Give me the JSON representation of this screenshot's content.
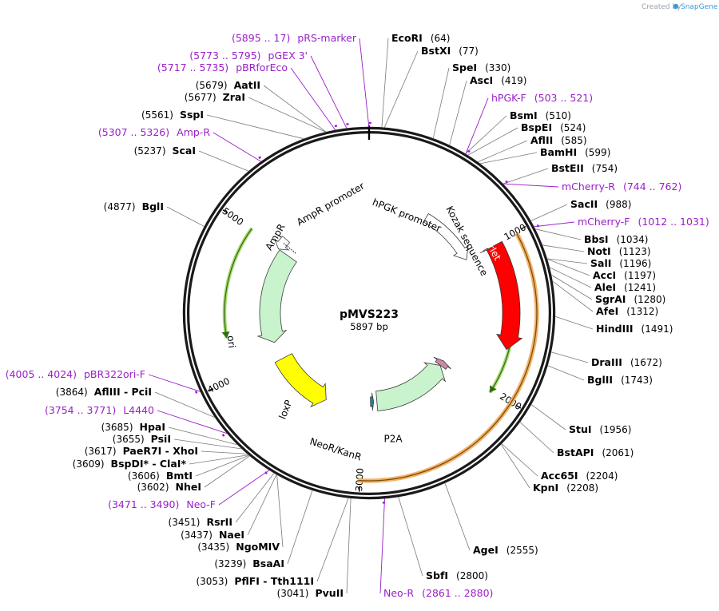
{
  "credit": {
    "prefix": "Created by",
    "brand": "SnapGene"
  },
  "plasmid": {
    "name": "pMVS223",
    "size_label": "5897 bp",
    "length": 5897
  },
  "ticks": [
    {
      "pos": 1000,
      "label": "1000"
    },
    {
      "pos": 2000,
      "label": "2000"
    },
    {
      "pos": 3000,
      "label": "3000"
    },
    {
      "pos": 4000,
      "label": "4000"
    },
    {
      "pos": 5000,
      "label": "5000"
    }
  ],
  "features": [
    {
      "name": "mScarlet",
      "start": 1010,
      "end": 1718,
      "dir": 1,
      "color": "#ff0000",
      "text": "white"
    },
    {
      "name": "hPGK promoter",
      "start": 505,
      "end": 1004,
      "dir": 1,
      "color": "#ffffff",
      "text": "black"
    },
    {
      "name": "Kozak sequence",
      "start": 1005,
      "end": 1012,
      "dir": 1,
      "color": "#ffffff",
      "text": "black"
    },
    {
      "name": "P2A",
      "start": 2010,
      "end": 2068,
      "dir": -1,
      "color": "#cc88a6",
      "text": "black"
    },
    {
      "name": "NeoR/KanR",
      "start": 2070,
      "end": 2866,
      "dir": -1,
      "color": "#c8f3cd",
      "text": "black"
    },
    {
      "name": "loxP",
      "start": 2900,
      "end": 2934,
      "dir": -1,
      "color": "#2f7f93",
      "text": "black"
    },
    {
      "name": "ori",
      "start": 3380,
      "end": 3969,
      "dir": -1,
      "color": "#ffff00",
      "text": "black"
    },
    {
      "name": "AmpR",
      "start": 4140,
      "end": 5000,
      "dir": -1,
      "color": "#c8f3cd",
      "text": "black"
    },
    {
      "name": "AmpR promoter",
      "start": 5000,
      "end": 5105,
      "dir": -1,
      "color": "#ffffff",
      "text": "black"
    }
  ],
  "orange_arcs": [
    {
      "start": 1010,
      "end": 3010
    }
  ],
  "green_arcs": [
    {
      "start": 1480,
      "end": 2020,
      "dir": 1
    },
    {
      "start": 4260,
      "end": 5010,
      "dir": -1
    }
  ],
  "enzymes": [
    {
      "name": "EcoRI",
      "site": 64,
      "label": "(64)"
    },
    {
      "name": "BstXI",
      "site": 77,
      "label": "(77)"
    },
    {
      "name": "SpeI",
      "site": 330,
      "label": "(330)"
    },
    {
      "name": "AscI",
      "site": 419,
      "label": "(419)"
    },
    {
      "name": "BsmI",
      "site": 510,
      "label": "(510)"
    },
    {
      "name": "BspEI",
      "site": 524,
      "label": "(524)"
    },
    {
      "name": "AflII",
      "site": 585,
      "label": "(585)"
    },
    {
      "name": "BamHI",
      "site": 599,
      "label": "(599)"
    },
    {
      "name": "BstEII",
      "site": 754,
      "label": "(754)"
    },
    {
      "name": "SacII",
      "site": 988,
      "label": "(988)"
    },
    {
      "name": "BbsI",
      "site": 1034,
      "label": "(1034)"
    },
    {
      "name": "NotI",
      "site": 1123,
      "label": "(1123)"
    },
    {
      "name": "SalI",
      "site": 1196,
      "label": "(1196)"
    },
    {
      "name": "AccI",
      "site": 1197,
      "label": "(1197)"
    },
    {
      "name": "AleI",
      "site": 1241,
      "label": "(1241)"
    },
    {
      "name": "SgrAI",
      "site": 1280,
      "label": "(1280)"
    },
    {
      "name": "AfeI",
      "site": 1312,
      "label": "(1312)"
    },
    {
      "name": "HindIII",
      "site": 1491,
      "label": "(1491)"
    },
    {
      "name": "DraIII",
      "site": 1672,
      "label": "(1672)"
    },
    {
      "name": "BglII",
      "site": 1743,
      "label": "(1743)"
    },
    {
      "name": "StuI",
      "site": 1956,
      "label": "(1956)"
    },
    {
      "name": "BstAPI",
      "site": 2061,
      "label": "(2061)"
    },
    {
      "name": "Acc65I",
      "site": 2204,
      "label": "(2204)"
    },
    {
      "name": "KpnI",
      "site": 2208,
      "label": "(2208)"
    },
    {
      "name": "AgeI",
      "site": 2555,
      "label": "(2555)"
    },
    {
      "name": "SbfI",
      "site": 2800,
      "label": "(2800)"
    },
    {
      "name": "PvuII",
      "site": 3041,
      "label": "(3041)"
    },
    {
      "name": "PflFI - Tth111I",
      "site": 3053,
      "label": "(3053)"
    },
    {
      "name": "BsaAI",
      "site": 3239,
      "label": "(3239)"
    },
    {
      "name": "NgoMIV",
      "site": 3435,
      "label": "(3435)"
    },
    {
      "name": "NaeI",
      "site": 3437,
      "label": "(3437)"
    },
    {
      "name": "RsrII",
      "site": 3451,
      "label": "(3451)"
    },
    {
      "name": "NheI",
      "site": 3602,
      "label": "(3602)"
    },
    {
      "name": "BmtI",
      "site": 3606,
      "label": "(3606)"
    },
    {
      "name": "BspDI* - ClaI*",
      "site": 3609,
      "label": "(3609)"
    },
    {
      "name": "PaeR7I - XhoI",
      "site": 3617,
      "label": "(3617)"
    },
    {
      "name": "PsiI",
      "site": 3655,
      "label": "(3655)"
    },
    {
      "name": "HpaI",
      "site": 3685,
      "label": "(3685)"
    },
    {
      "name": "AflIII - PciI",
      "site": 3864,
      "label": "(3864)"
    },
    {
      "name": "BglI",
      "site": 4877,
      "label": "(4877)"
    },
    {
      "name": "ScaI",
      "site": 5237,
      "label": "(5237)"
    },
    {
      "name": "SspI",
      "site": 5561,
      "label": "(5561)"
    },
    {
      "name": "ZraI",
      "site": 5677,
      "label": "(5677)"
    },
    {
      "name": "AatII",
      "site": 5679,
      "label": "(5679)"
    }
  ],
  "primers": [
    {
      "name": "pRS-marker",
      "range": "(5895 .. 17)",
      "site": 5896
    },
    {
      "name": "pGEX 3'",
      "range": "(5773 .. 5795)",
      "site": 5784
    },
    {
      "name": "pBRforEco",
      "range": "(5717 .. 5735)",
      "site": 5726
    },
    {
      "name": "Amp-R",
      "range": "(5307 .. 5326)",
      "site": 5316
    },
    {
      "name": "hPGK-F",
      "range": "(503 .. 521)",
      "site": 512
    },
    {
      "name": "mCherry-R",
      "range": "(744 .. 762)",
      "site": 753
    },
    {
      "name": "mCherry-F",
      "range": "(1012 .. 1031)",
      "site": 1021
    },
    {
      "name": "pBR322ori-F",
      "range": "(4005 .. 4024)",
      "site": 4014
    },
    {
      "name": "L4440",
      "range": "(3754 .. 3771)",
      "site": 3762
    },
    {
      "name": "Neo-F",
      "range": "(3471 .. 3490)",
      "site": 3480
    },
    {
      "name": "Neo-R",
      "range": "(2861 .. 2880)",
      "site": 2870
    }
  ]
}
